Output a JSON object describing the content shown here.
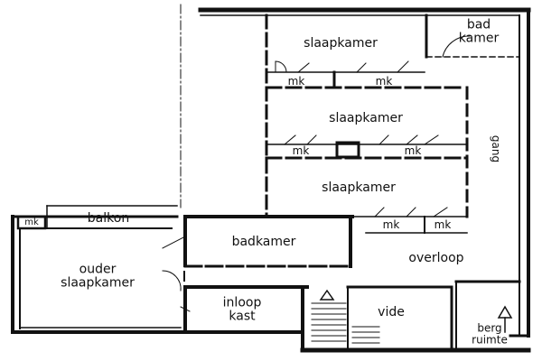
{
  "rooms": {
    "slaapkamer_1": "slaapkamer",
    "slaapkamer_2": "slaapkamer",
    "slaapkamer_3": "slaapkamer",
    "badkamer_top_line1": "bad",
    "badkamer_top_line2": "kamer",
    "badkamer": "badkamer",
    "balkon": "balkon",
    "ouder_line1": "ouder",
    "ouder_line2": "slaapkamer",
    "inloop_line1": "inloop",
    "inloop_line2": "kast",
    "overloop": "overloop",
    "vide": "vide",
    "berg_line1": "berg",
    "berg_line2": "ruimte",
    "gang": "gang"
  },
  "closets": {
    "mk_1": "mk",
    "mk_2": "mk",
    "mk_3": "mk",
    "mk_4": "mk",
    "mk_5": "mk",
    "mk_6": "mk",
    "mk_7": "mk"
  }
}
